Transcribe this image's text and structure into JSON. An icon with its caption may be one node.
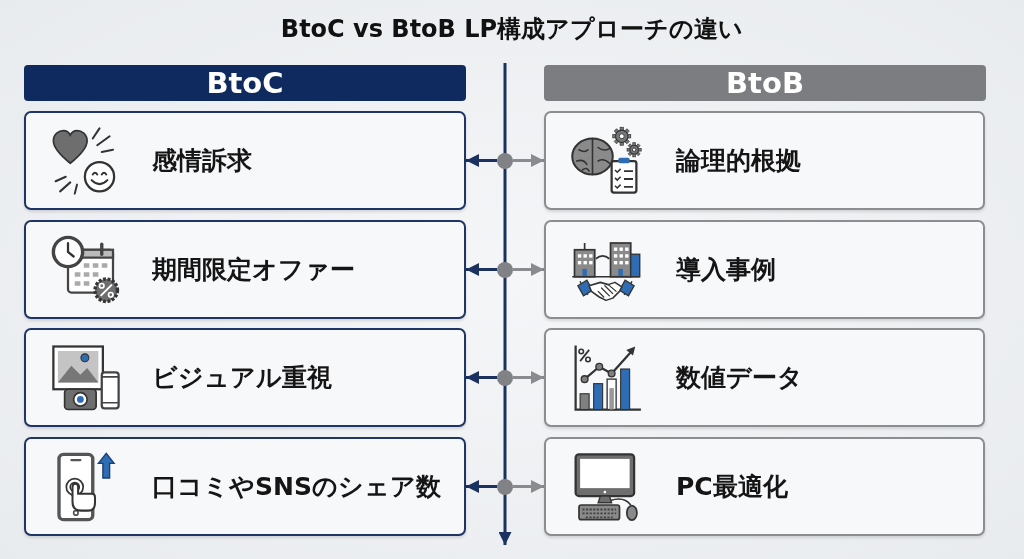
{
  "diagram": {
    "title": "BtoC vs BtoB LP構成アプローチの違い",
    "nodes": [
      {
        "text": [
          "BtoC"
        ]
      },
      {
        "text": [
          "BtoB"
        ]
      },
      {
        "text": [
          "感情訴求"
        ]
      },
      {
        "text": [],
        "shape": "circle"
      },
      {
        "text": [
          "論理的根拠"
        ]
      },
      {
        "text": [
          "期間限定オファー"
        ]
      },
      {
        "text": [],
        "shape": "circle"
      },
      {
        "text": [
          "導入事例"
        ]
      },
      {
        "text": [
          "ビジュアル重視"
        ]
      },
      {
        "text": [],
        "shape": "circle"
      },
      {
        "text": [
          "数値データ"
        ]
      },
      {
        "text": [
          "口コミやSNSのシェア数"
        ]
      },
      {
        "text": [],
        "shape": "circle"
      },
      {
        "text": [
          "PC最適化"
        ]
      }
    ],
    "edges": [
      {
        "from": 3,
        "to": 2,
        "arrow": "to",
        "color": "#1b3261"
      },
      {
        "from": 3,
        "to": 4,
        "arrow": "to",
        "color": "#8a8b8e"
      },
      {
        "from": 6,
        "to": 5,
        "arrow": "to",
        "color": "#1b3261"
      },
      {
        "from": 6,
        "to": 7,
        "arrow": "to",
        "color": "#8a8b8e"
      },
      {
        "from": 9,
        "to": 8,
        "arrow": "to",
        "color": "#1b3261"
      },
      {
        "from": 9,
        "to": 10,
        "arrow": "to",
        "color": "#8a8b8e"
      },
      {
        "from": 12,
        "to": 11,
        "arrow": "to",
        "color": "#1b3261"
      },
      {
        "from": 12,
        "to": 13,
        "arrow": "to",
        "color": "#8a8b8e"
      }
    ]
  }
}
